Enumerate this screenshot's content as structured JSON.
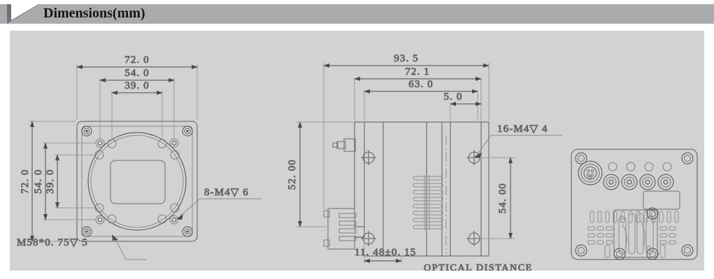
{
  "header": {
    "title": "Dimensions(mm)",
    "bar_color": "#a9abad",
    "corner_icon": "triangle-slash-icon"
  },
  "panel": {
    "background_color": "#d2d2d2",
    "line_color": "#5a5a5a"
  },
  "views": {
    "front": {
      "name": "front-view",
      "dimensions_top": [
        "72. 0",
        "54. 0",
        "39. 0"
      ],
      "dimensions_left": [
        "72. 0",
        "54. 0",
        "39. 0"
      ],
      "callouts": [
        {
          "name": "screw-callout",
          "text": "8-M4▽ 6"
        },
        {
          "name": "thread-callout",
          "text": "M58*0. 75▽ 5"
        }
      ]
    },
    "side": {
      "name": "side-view",
      "dimensions_top": [
        "93. 5",
        "72. 1",
        "63. 0",
        "5. 0"
      ],
      "dimension_left": "52. 00",
      "dimension_right": "54. 00",
      "dimension_bottom": "11. 48±0. 15",
      "note_bottom": "OPTICAL  DISTANCE",
      "callouts": [
        {
          "name": "screw-callout",
          "text": "16-M4▽ 4"
        }
      ]
    },
    "rear": {
      "name": "rear-view",
      "features": [
        "circular-connector-icon",
        "led-indicator-icon",
        "bnc-connector-icon",
        "label-plate",
        "vent-grille",
        "fan-icon",
        "corner-screw-icon"
      ]
    }
  }
}
